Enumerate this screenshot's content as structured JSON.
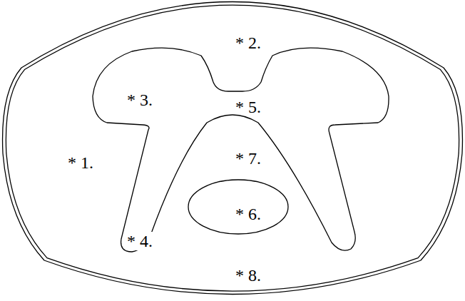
{
  "diagram": {
    "labels": [
      "* 1.",
      "* 2.",
      "* 3.",
      "* 4.",
      "* 5.",
      "* 6.",
      "* 7.",
      "* 8."
    ]
  }
}
